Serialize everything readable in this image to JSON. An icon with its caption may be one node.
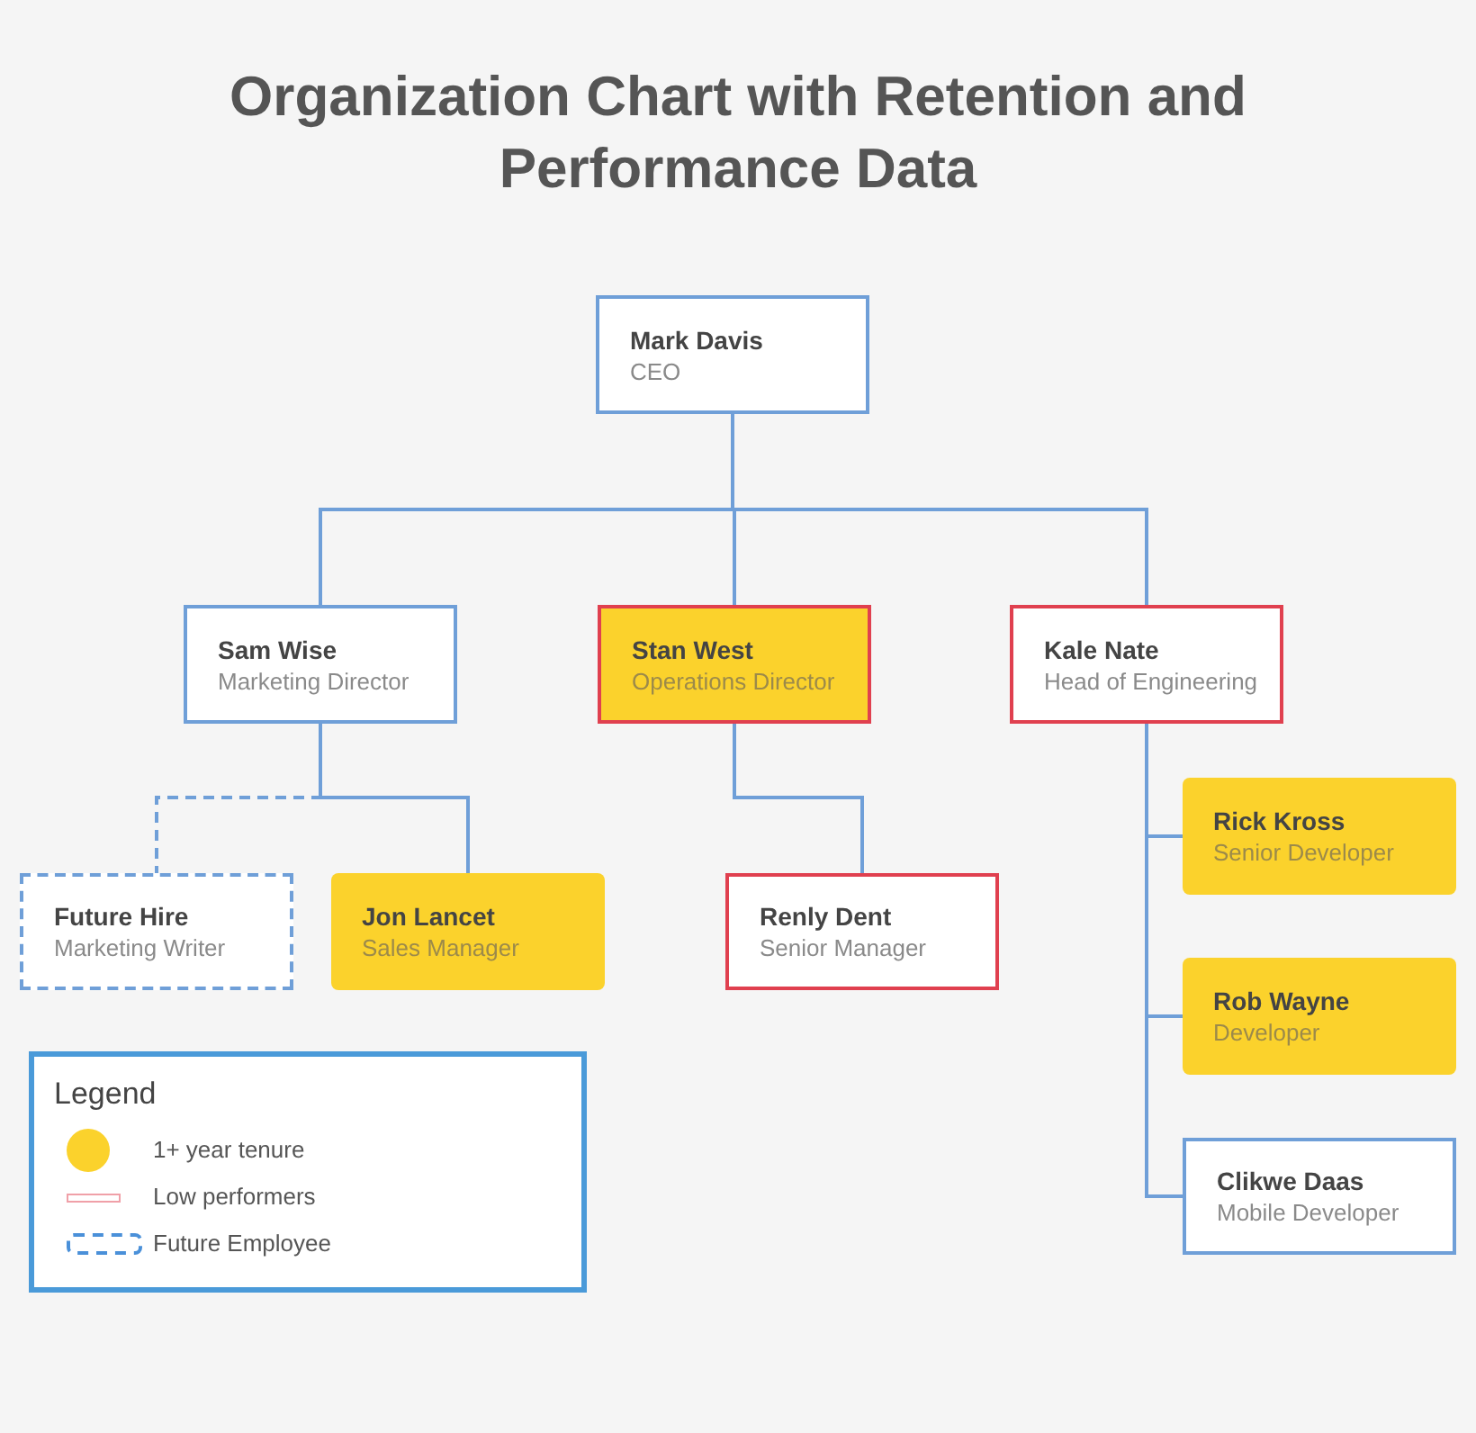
{
  "diagram": {
    "title": "Organization Chart with Retention and Performance Data",
    "nodes": [
      {
        "text": [
          "Mark Davis",
          "CEO"
        ]
      },
      {
        "text": [
          "Sam Wise",
          "Marketing Director"
        ]
      },
      {
        "text": [
          "Stan West",
          "Operations Director"
        ]
      },
      {
        "text": [
          "Kale Nate",
          "Head of Engineering"
        ]
      },
      {
        "text": [
          "Future Hire",
          "Marketing Writer"
        ]
      },
      {
        "text": [
          "Jon Lancet",
          "Sales Manager"
        ]
      },
      {
        "text": [
          "Renly Dent",
          "Senior Manager"
        ]
      },
      {
        "text": [
          "Rick Kross",
          "Senior Developer"
        ]
      },
      {
        "text": [
          "Rob Wayne",
          "Developer"
        ]
      },
      {
        "text": [
          "Clikwe Daas",
          "Mobile Developer"
        ]
      }
    ],
    "edges": [
      {
        "from": 0,
        "to": 1,
        "arrow": "none"
      },
      {
        "from": 0,
        "to": 2,
        "arrow": "none"
      },
      {
        "from": 0,
        "to": 3,
        "arrow": "none"
      },
      {
        "from": 1,
        "to": 4,
        "arrow": "none",
        "style": "dashed"
      },
      {
        "from": 1,
        "to": 5,
        "arrow": "none"
      },
      {
        "from": 2,
        "to": 6,
        "arrow": "none"
      },
      {
        "from": 3,
        "to": 7,
        "arrow": "none"
      },
      {
        "from": 3,
        "to": 8,
        "arrow": "none"
      },
      {
        "from": 3,
        "to": 9,
        "arrow": "none"
      }
    ],
    "labels": [
      "Legend"
    ],
    "legend": [
      {
        "text": "1+ year tenure",
        "color": "#fbd22c"
      },
      {
        "text": "Low performers"
      },
      {
        "text": "Future Employee"
      }
    ]
  }
}
